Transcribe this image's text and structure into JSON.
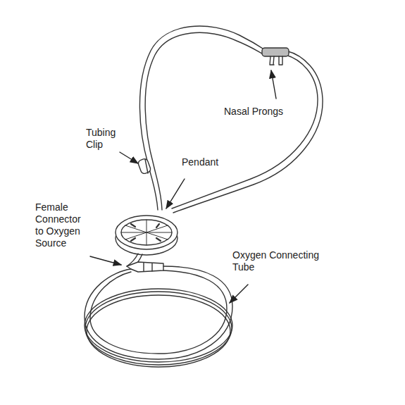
{
  "diagram": {
    "labels": [
      "Nasal Prongs",
      "Tubing Clip",
      "Pendant",
      "Female Connector to Oxygen Source",
      "Oxygen Connecting Tube"
    ]
  }
}
